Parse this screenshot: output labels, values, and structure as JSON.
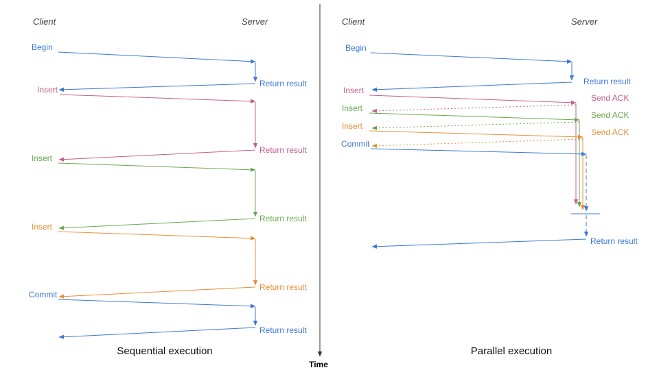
{
  "palette": {
    "blue": "#3c78d8",
    "pink": "#c2608e",
    "green": "#6aa84f",
    "orange": "#e69138",
    "axis": "#333333",
    "header_text": "#434343",
    "caption_text": "#111111"
  },
  "left": {
    "client_label": "Client",
    "server_label": "Server",
    "caption": "Sequential execution",
    "messages": [
      {
        "label": "Begin",
        "color": "blue",
        "response": "Return result"
      },
      {
        "label": "Insert",
        "color": "pink",
        "response": "Return result"
      },
      {
        "label": "Insert",
        "color": "green",
        "response": "Return result"
      },
      {
        "label": "Insert",
        "color": "orange",
        "response": "Return result"
      },
      {
        "label": "Commit",
        "color": "blue",
        "response": "Return result"
      }
    ]
  },
  "right": {
    "client_label": "Client",
    "server_label": "Server",
    "caption": "Parallel execution",
    "messages": [
      {
        "label": "Begin",
        "color": "blue",
        "response": "Return result"
      },
      {
        "label": "Insert",
        "color": "pink",
        "response": "Send ACK"
      },
      {
        "label": "Insert",
        "color": "green",
        "response": "Send ACK"
      },
      {
        "label": "Insert",
        "color": "orange",
        "response": "Send ACK"
      },
      {
        "label": "Commit",
        "color": "blue",
        "response": "Return result"
      }
    ]
  },
  "time_axis": {
    "label": "Time"
  }
}
